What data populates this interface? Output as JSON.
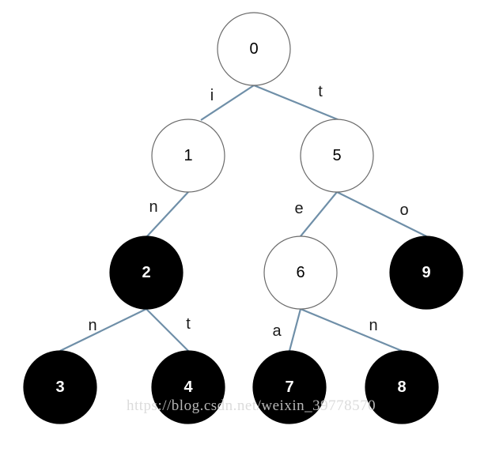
{
  "trie": {
    "nodes": [
      {
        "id": "0",
        "label": "0",
        "terminal": false
      },
      {
        "id": "1",
        "label": "1",
        "terminal": false
      },
      {
        "id": "5",
        "label": "5",
        "terminal": false
      },
      {
        "id": "2",
        "label": "2",
        "terminal": true
      },
      {
        "id": "6",
        "label": "6",
        "terminal": false
      },
      {
        "id": "9",
        "label": "9",
        "terminal": true
      },
      {
        "id": "3",
        "label": "3",
        "terminal": true
      },
      {
        "id": "4",
        "label": "4",
        "terminal": true
      },
      {
        "id": "7",
        "label": "7",
        "terminal": true
      },
      {
        "id": "8",
        "label": "8",
        "terminal": true
      }
    ],
    "edges": [
      {
        "from": "0",
        "to": "1",
        "label": "i"
      },
      {
        "from": "0",
        "to": "5",
        "label": "t"
      },
      {
        "from": "1",
        "to": "2",
        "label": "n"
      },
      {
        "from": "5",
        "to": "6",
        "label": "e"
      },
      {
        "from": "5",
        "to": "9",
        "label": "o"
      },
      {
        "from": "2",
        "to": "3",
        "label": "n"
      },
      {
        "from": "2",
        "to": "4",
        "label": "t"
      },
      {
        "from": "6",
        "to": "7",
        "label": "a"
      },
      {
        "from": "6",
        "to": "8",
        "label": "n"
      }
    ]
  },
  "watermark": "https://blog.csdn.net/weixin_39778570",
  "colors": {
    "edge": "#6f8fa8",
    "node_open_fill": "#ffffff",
    "node_open_stroke": "#6a6a6a",
    "node_terminal_fill": "#000000",
    "watermark": "#d6d6d6"
  }
}
